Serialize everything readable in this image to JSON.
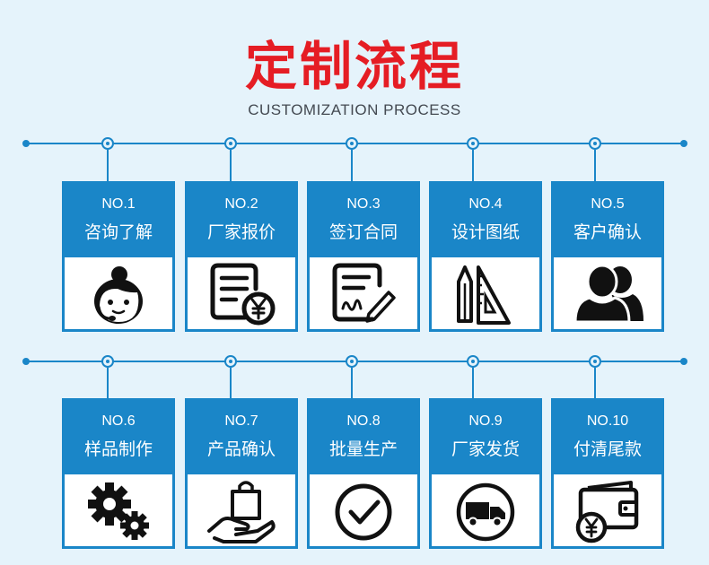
{
  "header": {
    "title": "定制流程",
    "subtitle": "CUSTOMIZATION PROCESS"
  },
  "colors": {
    "background": "#e5f3fb",
    "accent": "#1a86c8",
    "title": "#e51d24",
    "icon": "#111111"
  },
  "steps": [
    {
      "no": "NO.1",
      "label": "咨询了解",
      "icon": "customer-service-icon"
    },
    {
      "no": "NO.2",
      "label": "厂家报价",
      "icon": "quotation-icon"
    },
    {
      "no": "NO.3",
      "label": "签订合同",
      "icon": "contract-sign-icon"
    },
    {
      "no": "NO.4",
      "label": "设计图纸",
      "icon": "design-tools-icon"
    },
    {
      "no": "NO.5",
      "label": "客户确认",
      "icon": "users-icon"
    },
    {
      "no": "NO.6",
      "label": "样品制作",
      "icon": "gears-icon"
    },
    {
      "no": "NO.7",
      "label": "产品确认",
      "icon": "hand-bag-icon"
    },
    {
      "no": "NO.8",
      "label": "批量生产",
      "icon": "check-circle-icon"
    },
    {
      "no": "NO.9",
      "label": "厂家发货",
      "icon": "delivery-truck-icon"
    },
    {
      "no": "NO.10",
      "label": "付清尾款",
      "icon": "wallet-icon"
    }
  ]
}
